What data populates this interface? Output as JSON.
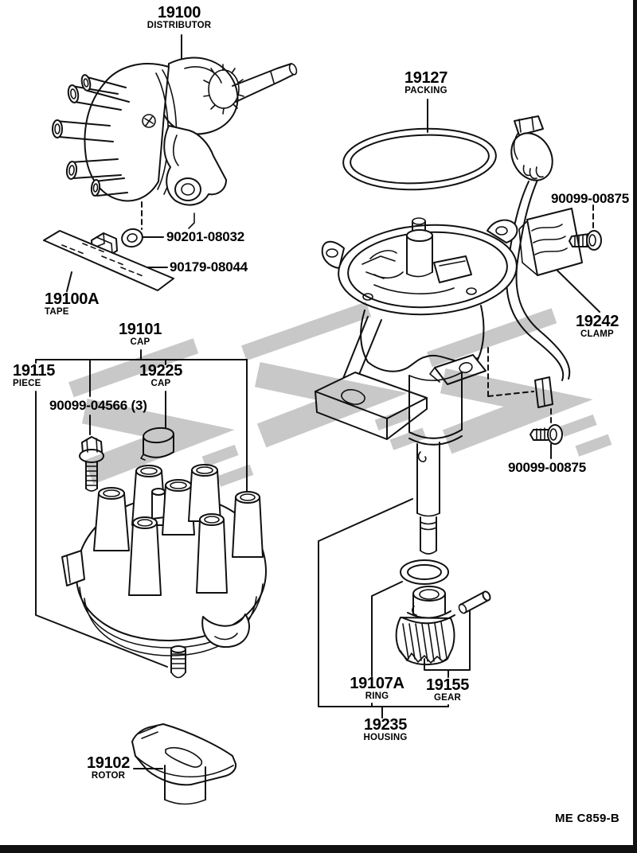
{
  "parts": {
    "distributor": {
      "number": "19100",
      "name": "DISTRIBUTOR"
    },
    "packing": {
      "number": "19127",
      "name": "PACKING"
    },
    "clamp_screw_upper": {
      "number": "90099-00875"
    },
    "grommet": {
      "number": "90201-08032"
    },
    "nut": {
      "number": "90179-08044"
    },
    "tape": {
      "number": "19100A",
      "name": "TAPE"
    },
    "cap": {
      "number": "19101",
      "name": "CAP"
    },
    "piece": {
      "number": "19115",
      "name": "PIECE"
    },
    "cap_small": {
      "number": "19225",
      "name": "CAP"
    },
    "cap_bolt": {
      "number": "90099-04566 (3)"
    },
    "clamp": {
      "number": "19242",
      "name": "CLAMP"
    },
    "clamp_screw_lower": {
      "number": "90099-00875"
    },
    "ring": {
      "number": "19107A",
      "name": "RING"
    },
    "gear": {
      "number": "19155",
      "name": "GEAR"
    },
    "housing": {
      "number": "19235",
      "name": "HOUSING"
    },
    "rotor": {
      "number": "19102",
      "name": "ROTOR"
    }
  },
  "footer": {
    "code": "ME C859-B"
  },
  "colors": {
    "line": "#111111",
    "background": "#ffffff",
    "watermark": "#9a9a9a"
  }
}
